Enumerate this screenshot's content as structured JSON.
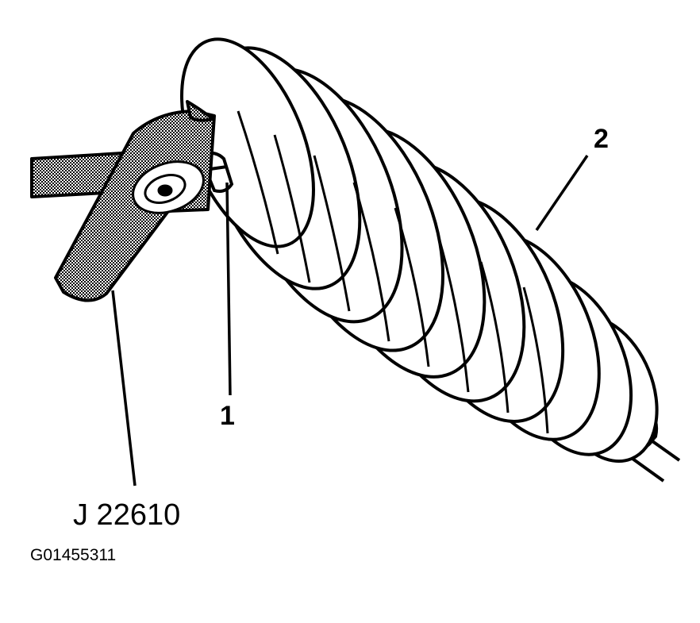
{
  "callouts": {
    "clamp": "1",
    "boot": "2"
  },
  "tool_label": "J 22610",
  "figure_id": "G01455311",
  "colors": {
    "ink": "#000000",
    "paper": "#ffffff",
    "tool_fill": "#9a9a9a"
  }
}
